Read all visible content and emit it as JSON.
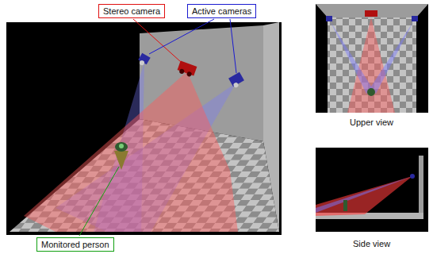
{
  "diagram": {
    "nodes": [
      {
        "text": [
          "Stereo camera"
        ]
      },
      {
        "text": [
          "Active cameras"
        ]
      },
      {
        "text": [
          "Monitored person"
        ]
      }
    ],
    "labels": [
      "Upper view",
      "Side view"
    ]
  }
}
